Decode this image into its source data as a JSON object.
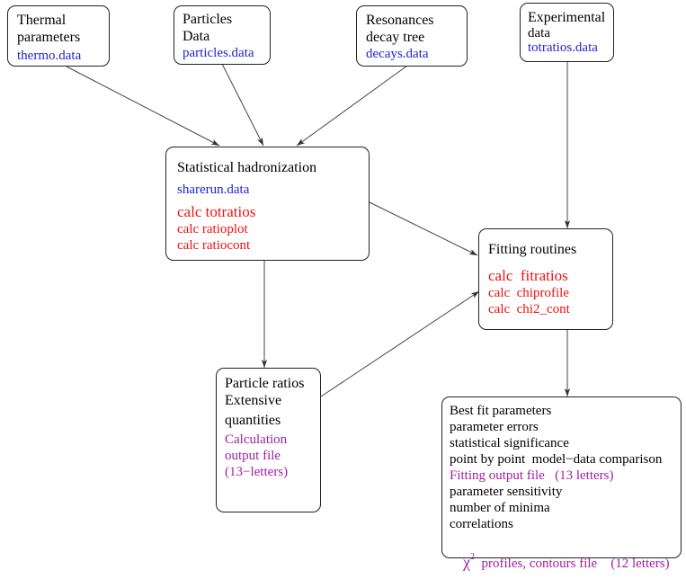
{
  "nodes": {
    "thermal": {
      "lines": [
        "Thermal",
        "parameters"
      ],
      "file": "thermo.data"
    },
    "particles": {
      "lines": [
        "Particles",
        "Data"
      ],
      "file": "particles.data"
    },
    "resonances": {
      "lines": [
        "Resonances",
        "decay tree"
      ],
      "file": "decays.data"
    },
    "experimental": {
      "lines": [
        "Experimental",
        "data"
      ],
      "file": "totratios.data"
    },
    "hadronization": {
      "title": "Statistical hadronization",
      "file": "sharerun.data",
      "commands": [
        "calc totratios",
        "calc ratioplot",
        "calc ratiocont"
      ]
    },
    "fitting": {
      "title": "Fitting routines",
      "commands": [
        "calc  fitratios",
        "calc  chiprofile",
        "calc  chi2_cont"
      ]
    },
    "ratios": {
      "lines": [
        "Particle ratios",
        "Extensive",
        "quantities"
      ],
      "output": [
        "Calculation",
        "output file",
        "(13−letters)"
      ]
    },
    "bestfit": {
      "lines_top": [
        "Best fit parameters",
        "parameter errors",
        "statistical significance",
        "point by point  model−data comparison"
      ],
      "output_file": "Fitting output file   (13 letters)",
      "lines_mid": [
        "parameter sensitivity",
        "number of minima",
        "correlations"
      ],
      "chi_symbol": "χ",
      "chi_exp": "2",
      "chi_rest": "  profiles, contours file    (12 letters)"
    }
  },
  "colors": {
    "file": "#1f1fd1",
    "command": "#ee1111",
    "output": "#a020a0",
    "border": "#222222"
  }
}
